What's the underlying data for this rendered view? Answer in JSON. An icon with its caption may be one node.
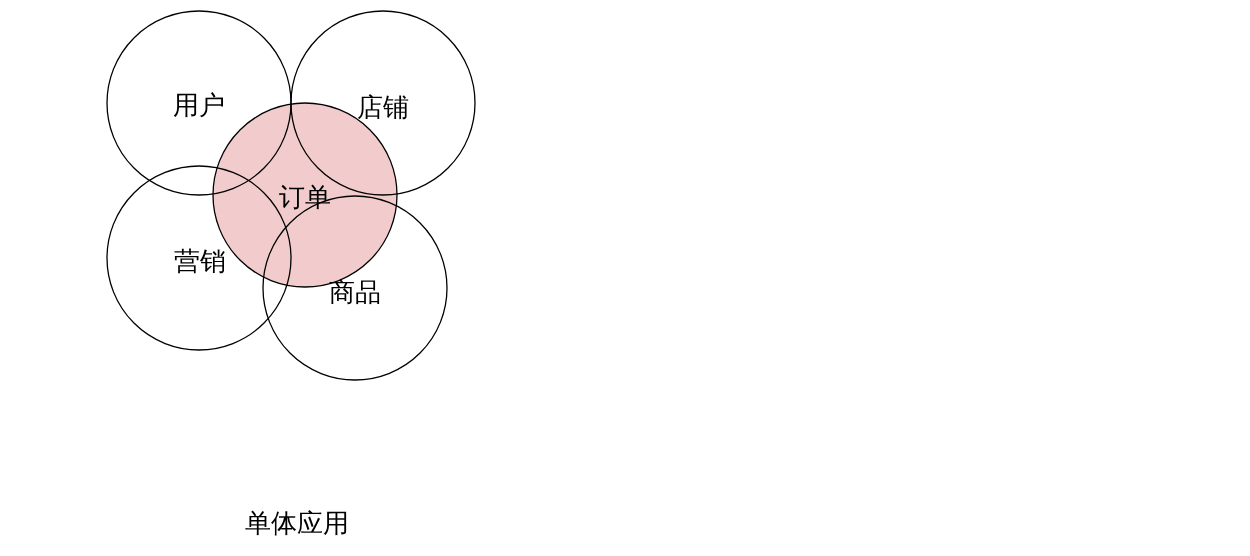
{
  "diagram": {
    "caption": "单体应用",
    "nodes": [
      {
        "text": [
          "用户"
        ]
      },
      {
        "text": [
          "店铺"
        ]
      },
      {
        "text": [
          "订单"
        ]
      },
      {
        "text": [
          "营销"
        ]
      },
      {
        "text": [
          "商品"
        ]
      }
    ]
  }
}
